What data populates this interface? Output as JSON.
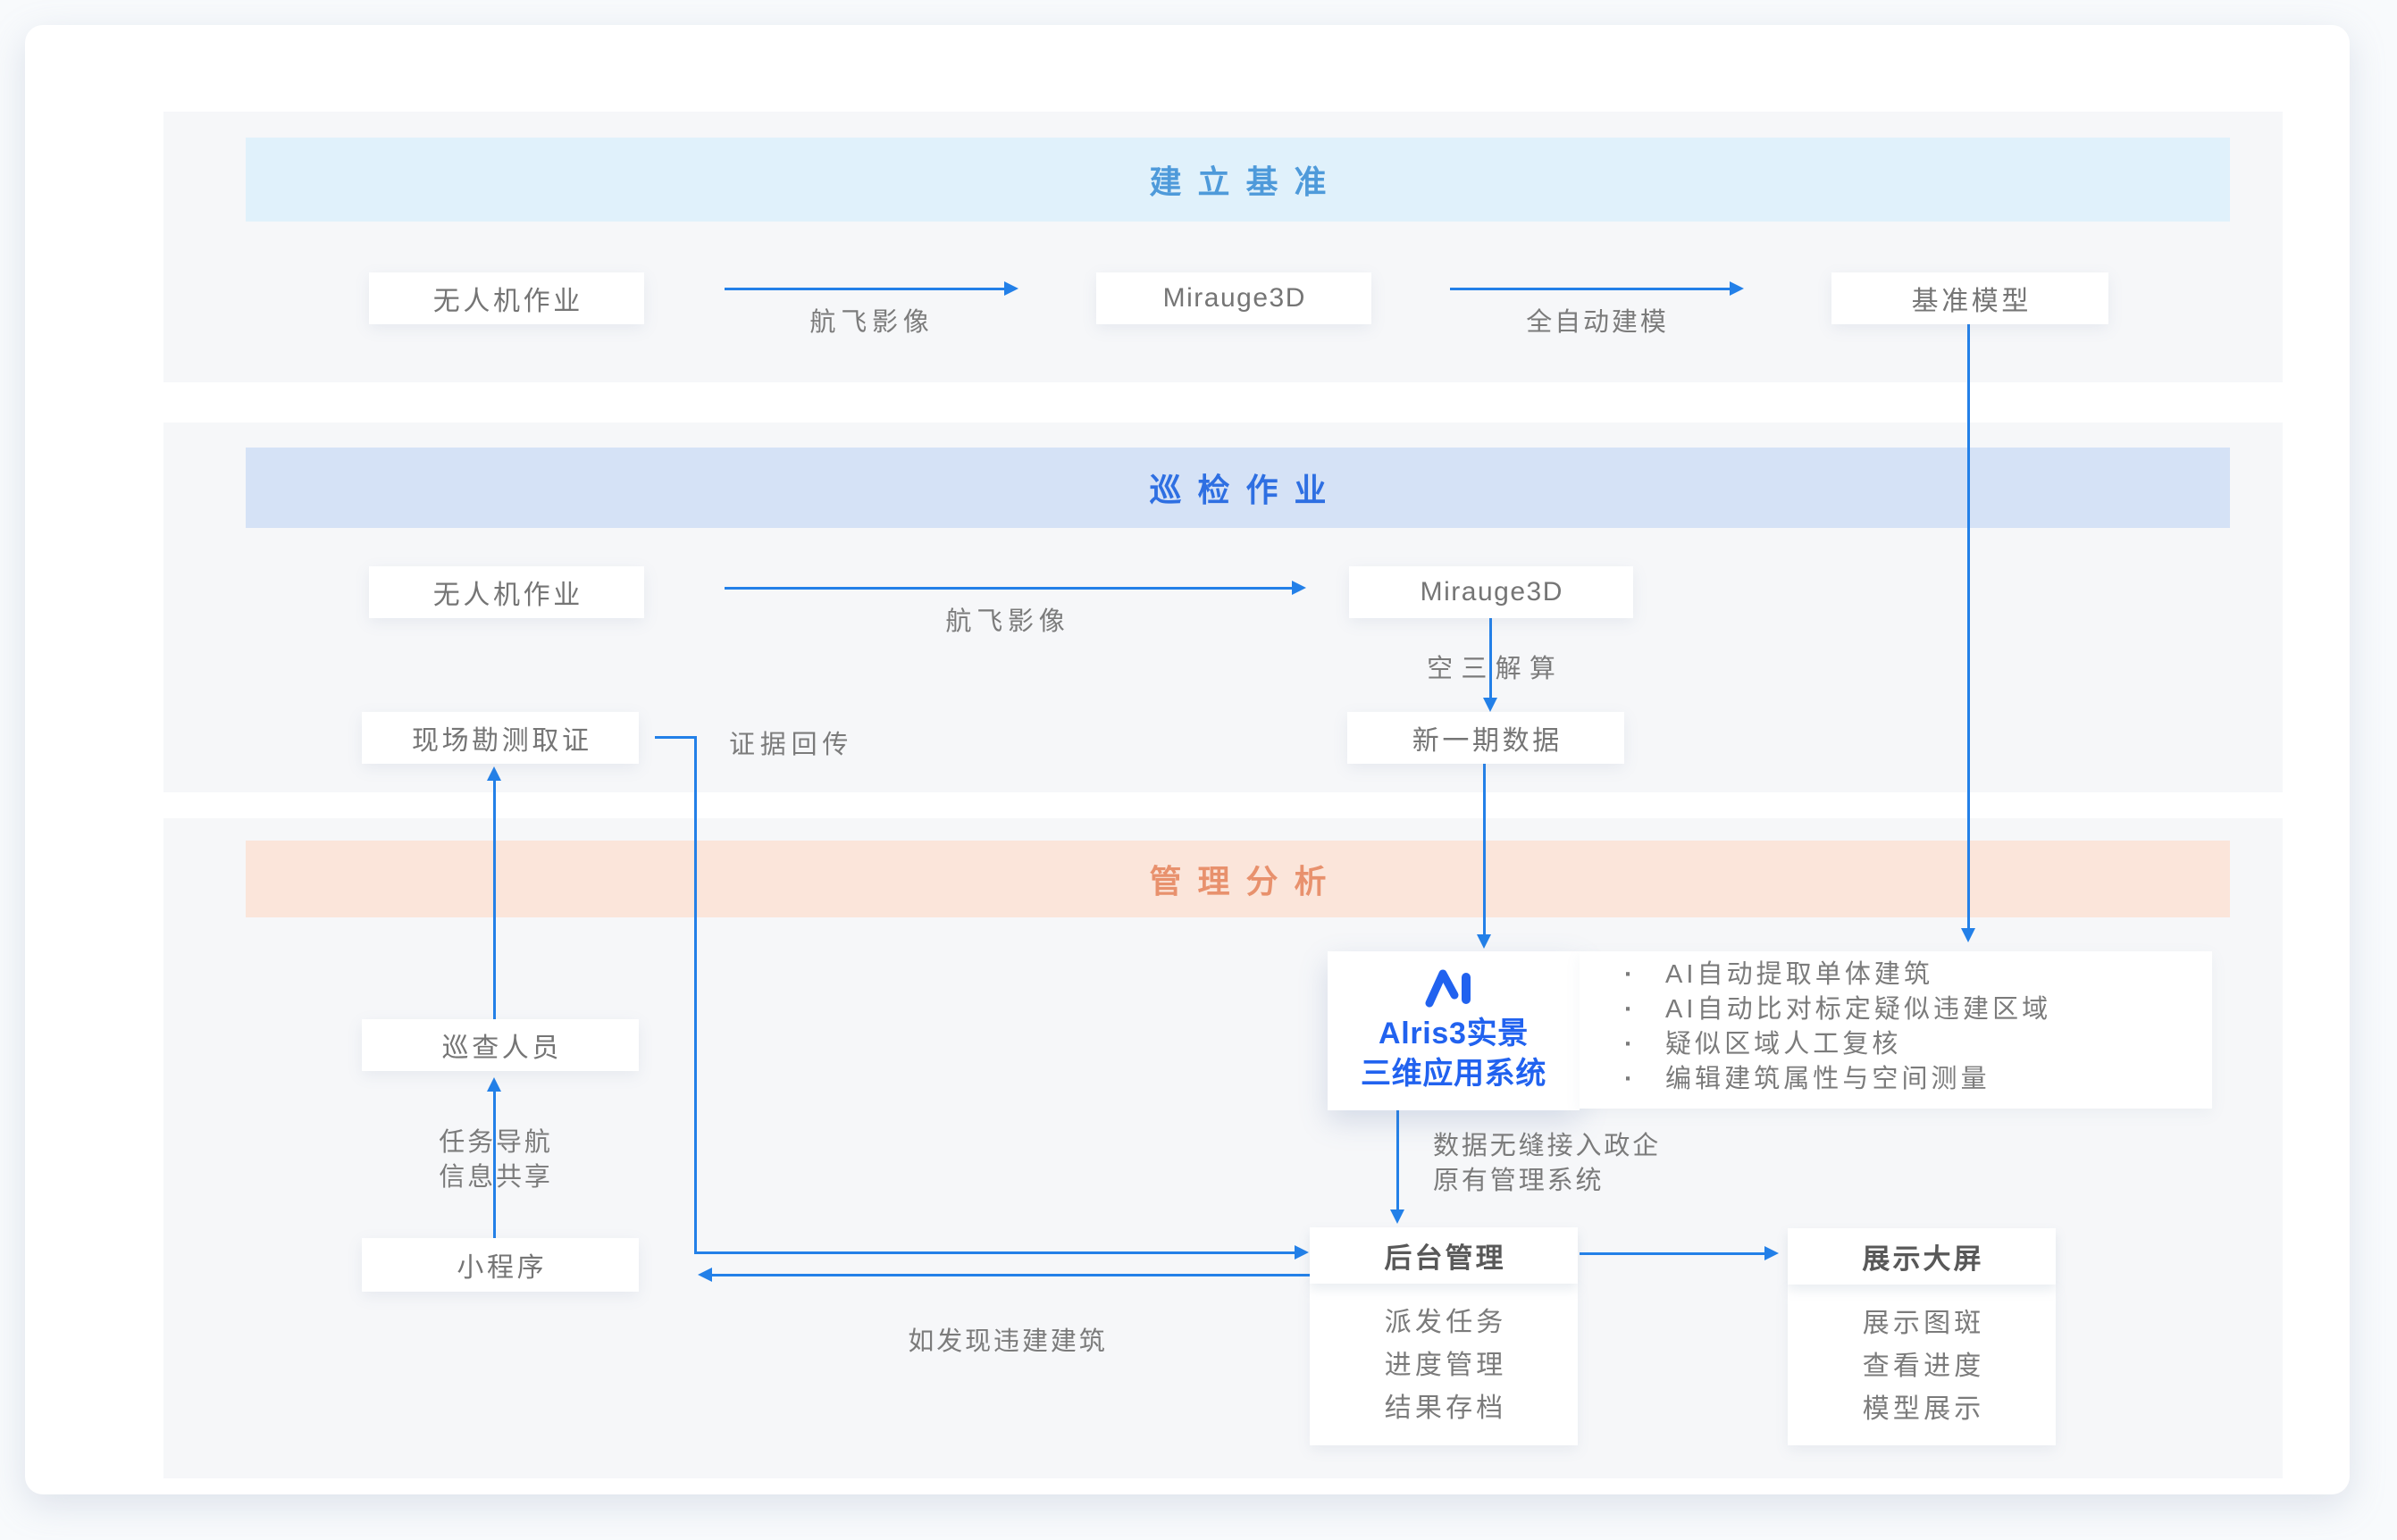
{
  "colors": {
    "arrow": "#2380e8",
    "baseline_band_bg": "#e0f1fb",
    "baseline_band_text": "#4e9ada",
    "inspection_band_bg": "#d5e2f6",
    "inspection_band_text": "#2e6fe2",
    "management_band_bg": "#fbe5da",
    "management_band_text": "#e8916d",
    "alris_text": "#2162ef"
  },
  "baseline": {
    "title": "建立基准",
    "uav": "无人机作业",
    "flight_label": "航飞影像",
    "mirauge": "Mirauge3D",
    "modeling_label": "全自动建模",
    "base_model": "基准模型"
  },
  "inspection": {
    "title": "巡检作业",
    "uav": "无人机作业",
    "flight_label": "航飞影像",
    "mirauge": "Mirauge3D",
    "aero_label": "空三解算",
    "new_data": "新一期数据",
    "survey": "现场勘测取证",
    "evidence_label": "证据回传"
  },
  "management": {
    "title": "管理分析",
    "inspector": "巡查人员",
    "nav_line1": "任务导航",
    "nav_line2": "信息共享",
    "miniapp": "小程序",
    "alris_line1": "Alris3实景",
    "alris_line2": "三维应用系统",
    "features": [
      "AI自动提取单体建筑",
      "AI自动比对标定疑似违建区域",
      "疑似区域人工复核",
      "编辑建筑属性与空间测量"
    ],
    "integration_line1": "数据无缝接入政企",
    "integration_line2": "原有管理系统",
    "backend_title": "后台管理",
    "backend_items": [
      "派发任务",
      "进度管理",
      "结果存档"
    ],
    "screen_title": "展示大屏",
    "screen_items": [
      "展示图斑",
      "查看进度",
      "模型展示"
    ],
    "violation_label": "如发现违建建筑"
  }
}
